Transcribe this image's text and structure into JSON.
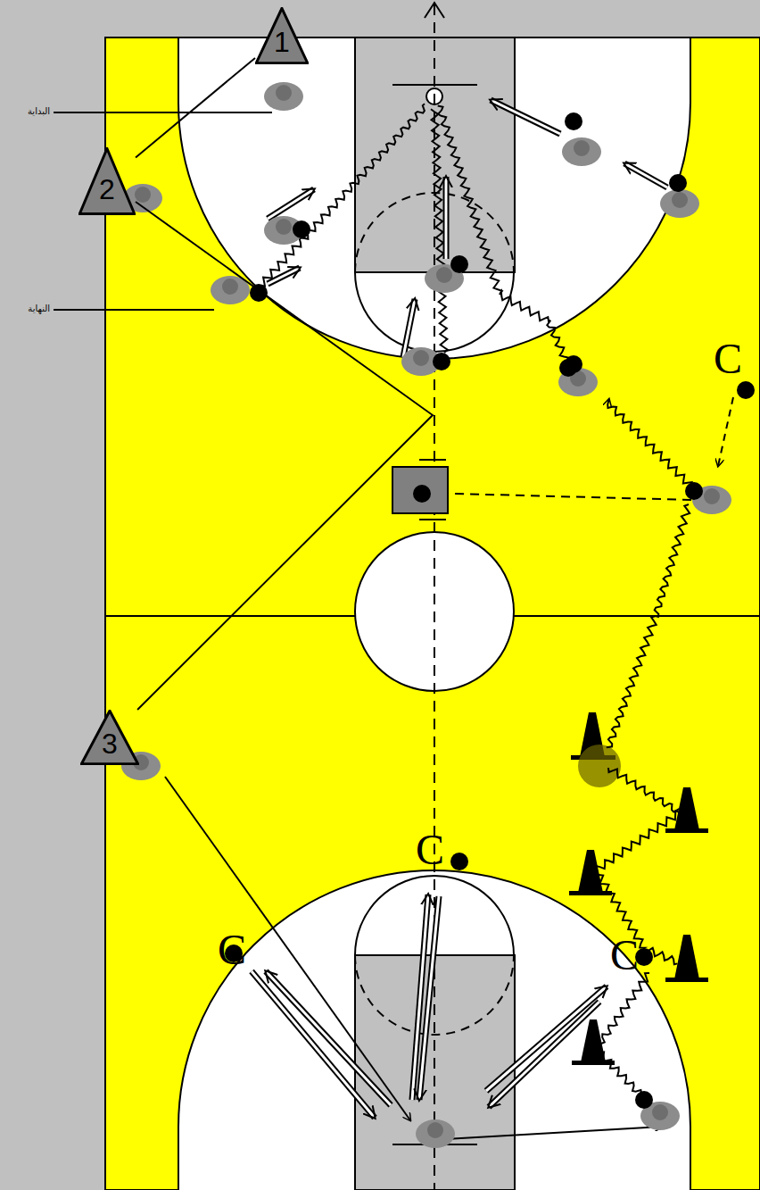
{
  "diagram": {
    "nodes": [
      {
        "text": [
          "1"
        ]
      },
      {
        "text": [
          "2"
        ]
      },
      {
        "text": [
          "3"
        ]
      }
    ],
    "edges": [
      {
        "from": 0,
        "to": 1,
        "arrow": "none"
      },
      {
        "from": 1,
        "to": 2,
        "arrow": "none"
      }
    ],
    "labels": [
      "البداية",
      "النهاية",
      "C",
      "C",
      "C",
      "C"
    ]
  }
}
